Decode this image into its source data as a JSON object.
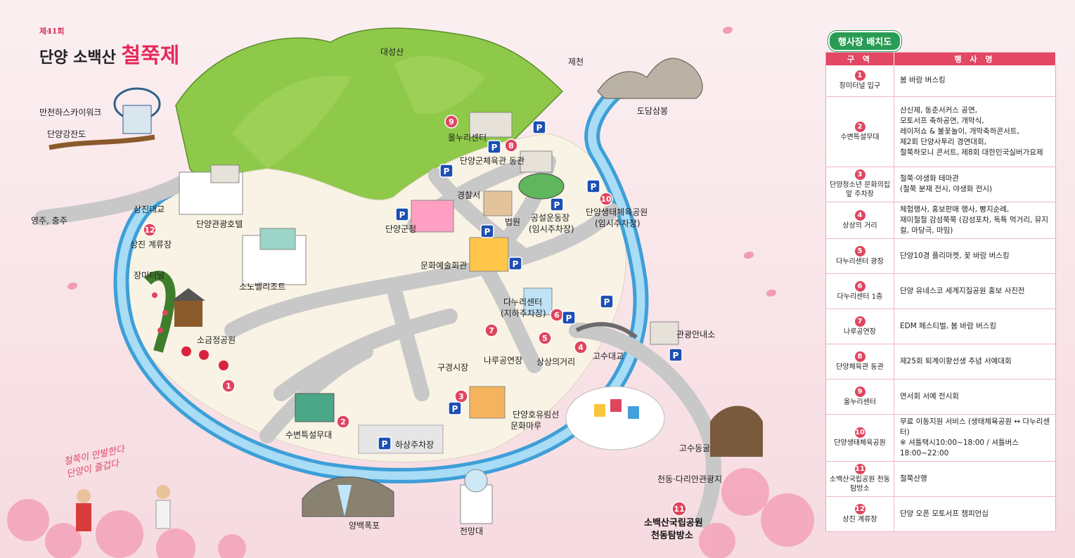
{
  "festival": {
    "edition": "제41회",
    "name_prefix": "단양 소백산",
    "name_highlight": "철쭉제",
    "slogan_line1": "철쭉이 만발한다",
    "slogan_line2": "단양이 즐겁다"
  },
  "colors": {
    "river": "#3e9fd8",
    "river_light": "#a9dcf5",
    "road": "#c8c8c8",
    "land": "#f8f3e4",
    "hill": "#8ec94a",
    "marker": "#e0455f",
    "parking": "#1d4fb3",
    "accent": "#2a9b54"
  },
  "map": {
    "labels": {
      "daeseongsan": "대성산",
      "jecheon": "제천",
      "dodamsambong": "도담삼봉",
      "mancheonha": "만천하스카이워크",
      "danyang_gangjando": "단양강잔도",
      "yeongju": "영주, 충주",
      "sangjindaegyo": "상진대교",
      "sangjin_gyeryujang": "상진 계류장",
      "hotel": "단양관광호텔",
      "sono": "소노벨리조트",
      "jangmi": "장미터널",
      "sogeumjeong": "소금정공원",
      "olnuri": "올누리센터",
      "gym": "단양군체육관 동관",
      "police": "경찰서",
      "county": "단양군청",
      "court": "법원",
      "stadium_1": "공설운동장",
      "stadium_2": "(임시주차장)",
      "eco_1": "단양생태체육공원",
      "eco_2": "(임시주차장)",
      "culture": "문화예술회관",
      "danuri_1": "다누리센터",
      "danuri_2": "(지하주차장)",
      "guide": "관광안내소",
      "narugong": "나루공연장",
      "sangsang": "상상의거리",
      "gosu_bridge": "고수대교",
      "market": "구경시장",
      "riverside": "수변특설무대",
      "aquarium_1": "단양호유림선",
      "aquarium_2": "문화마루",
      "hasang": "하상주차장",
      "gosu_cave": "고수동굴",
      "cheondong": "천동·다리안관광지",
      "sobaeksan_1": "소백산국립공원",
      "sobaeksan_2": "천동탐방소",
      "yangbaek": "양백폭포",
      "observatory": "전망대"
    },
    "markers": [
      "1",
      "2",
      "3",
      "4",
      "5",
      "6",
      "7",
      "8",
      "9",
      "10",
      "11",
      "12"
    ],
    "parking_symbol": "P"
  },
  "legend": {
    "title": "행사장 배치도",
    "col_zone": "구 역",
    "col_event": "행 사 명",
    "rows": [
      {
        "num": "1",
        "zone": "장미터널 입구",
        "events": [
          "봄 바람 버스킹"
        ]
      },
      {
        "num": "2",
        "zone": "수변특설무대",
        "events": [
          "산신제, 동춘서커스 공연,",
          "모토서프 축하공연, 개막식,",
          "레이저쇼 & 불꽃놀이, 개막축하콘서트,",
          "제2회 단양사투리 경연대회,",
          "철쭉하모니 콘서트, 제8회 대한민국실버가요제"
        ]
      },
      {
        "num": "3",
        "zone": "단양청소년 문화의집 앞 주차장",
        "events": [
          "철쭉·야생화 테마관",
          "(철쭉 분재 전시, 야생화 전시)"
        ]
      },
      {
        "num": "4",
        "zone": "상상의 거리",
        "events": [
          "체험행사, 홍보판매 행사, 빵지순례,",
          "재미철철 감성쭉쭉 (감성포차, 독특 먹거리, 뮤지컬, 마당극, 마임)"
        ]
      },
      {
        "num": "5",
        "zone": "다누리센터 광장",
        "events": [
          "단양10경 플리마켓, 꽃 바람 버스킹"
        ]
      },
      {
        "num": "6",
        "zone": "다누리센터 1층",
        "events": [
          "단양 유네스코 세계지질공원 홍보 사진전"
        ]
      },
      {
        "num": "7",
        "zone": "나루공연장",
        "events": [
          "EDM 페스티벌, 봄 바람 버스킹"
        ]
      },
      {
        "num": "8",
        "zone": "단양체육관 동관",
        "events": [
          "제25회 퇴계이황선생 추념 서예대회"
        ]
      },
      {
        "num": "9",
        "zone": "올누리센터",
        "events": [
          "연서회 서예 전시회"
        ]
      },
      {
        "num": "10",
        "zone": "단양생태체육공원",
        "events": [
          "무료 이동지원 서비스 (생태체육공원 ↔ 다누리센터)",
          "※ 셔틀택시10:00~18:00 / 셔틀버스18:00~22:00"
        ]
      },
      {
        "num": "11",
        "zone": "소백산국립공원 천동탐방소",
        "events": [
          "철쭉산행"
        ]
      },
      {
        "num": "12",
        "zone": "상진 계류장",
        "events": [
          "단양 오픈 모토서프 챔피언십"
        ]
      }
    ]
  }
}
